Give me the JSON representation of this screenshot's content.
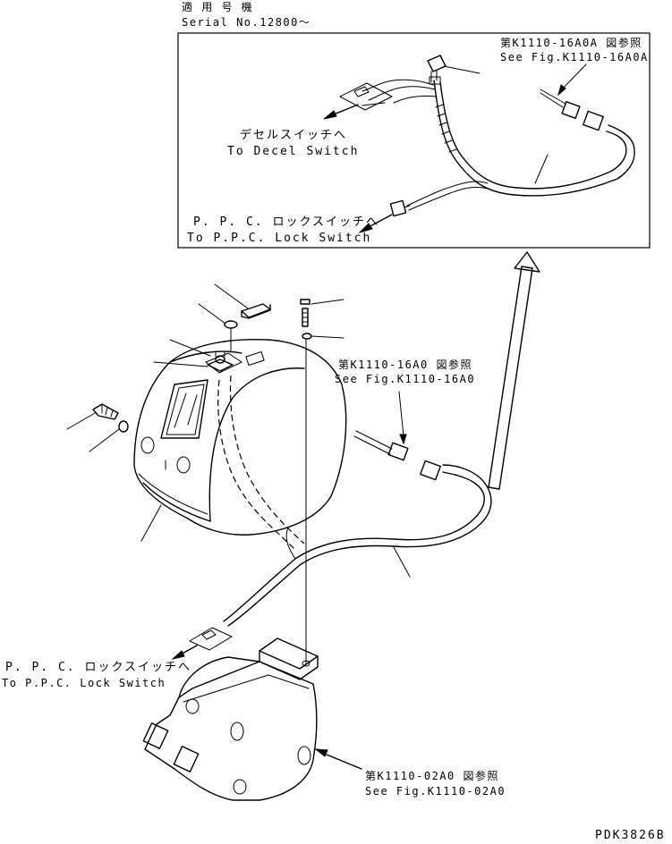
{
  "header": {
    "applicable_jp": "適 用 号 機",
    "serial": "Serial No.12800～"
  },
  "inset": {
    "ref_jp": "第K1110-16A0A 図参照",
    "ref_en": "See Fig.K1110-16A0A",
    "decel_jp": "デセルスイッチへ",
    "decel_en": "To Decel Switch",
    "ppc_jp": "P. P. C. ロックスイッチへ",
    "ppc_en": "To P.P.C. Lock Switch"
  },
  "main": {
    "ref1_jp": "第K1110-16A0 図参照",
    "ref1_en": "See Fig.K1110-16A0",
    "ppc_jp": "P. P. C. ロックスイッチへ",
    "ppc_en": "To P.P.C. Lock Switch",
    "ref2_jp": "第K1110-02A0 図参照",
    "ref2_en": "See Fig.K1110-02A0"
  },
  "drawing_id": "PDK3826B"
}
